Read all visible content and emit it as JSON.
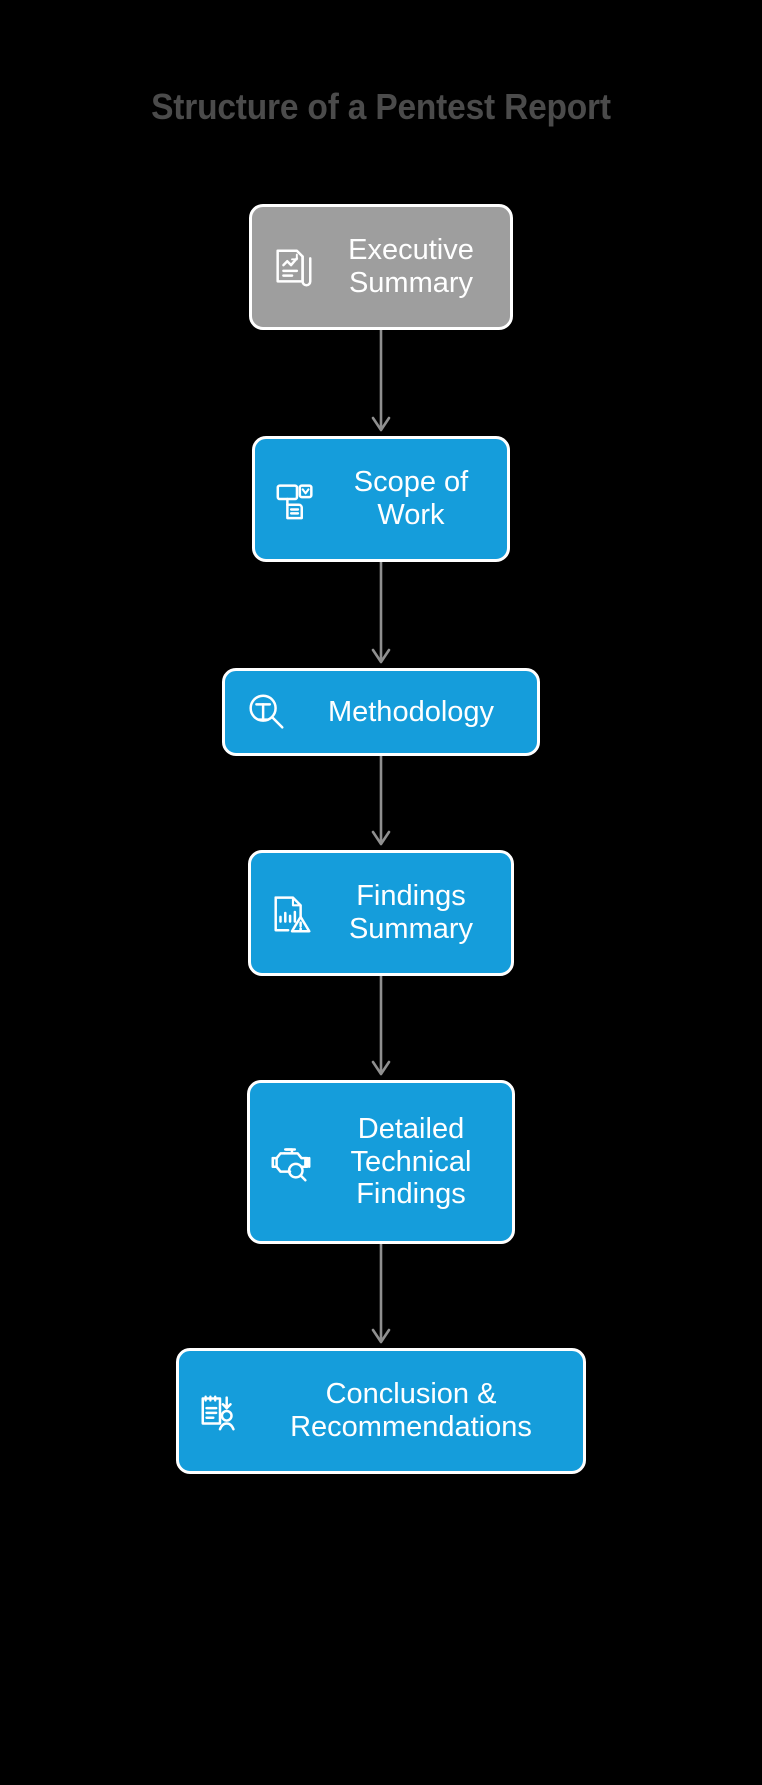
{
  "diagram": {
    "type": "flowchart",
    "orientation": "vertical",
    "title": "Structure of a Pentest Report",
    "background_color": "#000000",
    "title_color": "#4b4b4b",
    "node_border_color": "#ffffff",
    "connector_color": "#8f8f8f",
    "accent_blue": "#159ddb",
    "accent_gray": "#9e9e9e",
    "nodes": [
      {
        "id": "executive-summary",
        "label": "Executive\nSummary",
        "icon": "report-chart-document-icon",
        "fill": "#9e9e9e",
        "text_color": "#ffffff"
      },
      {
        "id": "scope-of-work",
        "label": "Scope of\nWork",
        "icon": "scope-document-screen-icon",
        "fill": "#159ddb",
        "text_color": "#ffffff"
      },
      {
        "id": "methodology",
        "label": "Methodology",
        "icon": "magnifier-testing-icon",
        "fill": "#159ddb",
        "text_color": "#ffffff"
      },
      {
        "id": "findings-summary",
        "label": "Findings\nSummary",
        "icon": "document-barchart-warning-icon",
        "fill": "#159ddb",
        "text_color": "#ffffff"
      },
      {
        "id": "detailed-technical-findings",
        "label": "Detailed\nTechnical\nFindings",
        "icon": "engine-inspection-magnifier-icon",
        "fill": "#159ddb",
        "text_color": "#ffffff"
      },
      {
        "id": "conclusion-recommendations",
        "label": "Conclusion &\nRecommendations",
        "icon": "clipboard-person-arrow-icon",
        "fill": "#159ddb",
        "text_color": "#ffffff"
      }
    ],
    "edges": [
      {
        "from": "executive-summary",
        "to": "scope-of-work",
        "arrow": "down"
      },
      {
        "from": "scope-of-work",
        "to": "methodology",
        "arrow": "down"
      },
      {
        "from": "methodology",
        "to": "findings-summary",
        "arrow": "down"
      },
      {
        "from": "findings-summary",
        "to": "detailed-technical-findings",
        "arrow": "down"
      },
      {
        "from": "detailed-technical-findings",
        "to": "conclusion-recommendations",
        "arrow": "down"
      }
    ]
  }
}
